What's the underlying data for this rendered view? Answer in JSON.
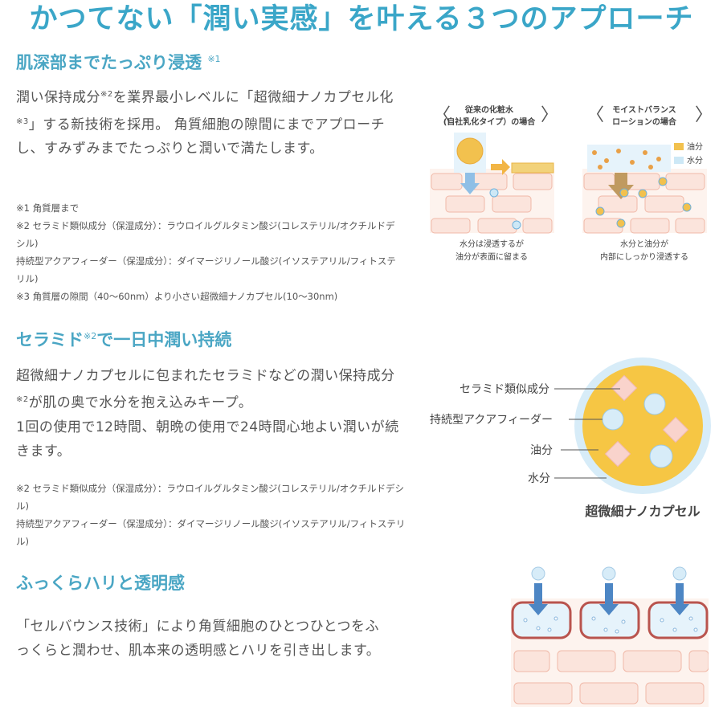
{
  "title": "かつてない「潤い実感」を叶える３つのアプローチ",
  "sections": [
    {
      "heading": "肌深部までたっぷり浸透",
      "heading_sup": "※1",
      "body": [
        {
          "t": "潤い保持成分"
        },
        {
          "s": "※2"
        },
        {
          "t": "を業界最小レベルに「超微細ナノカプセル化"
        },
        {
          "s": "※3"
        },
        {
          "t": "」する新技術を採用。 角質細胞の隙間にまでアプローチし、すみずみまでたっぷりと潤いで満たします。"
        }
      ],
      "notes": [
        "※1 角質層まで",
        "※2 セラミド類似成分（保湿成分）：ラウロイルグルタミン酸ジ(コレステリル/オクチルドデシル)",
        "持続型アクアフィーダー（保湿成分）：ダイマージリノール酸ジ(イソステアリル/フィトステリル)",
        "※3 角質層の隙間（40〜60nm）より小さい超微細ナノカプセル(10〜30nm)"
      ]
    },
    {
      "heading": "セラミド",
      "heading_sup": "※2",
      "heading_rest": "で一日中潤い持続",
      "body1": [
        {
          "t": "超微細ナノカプセルに包まれたセラミドなどの潤い保持成分"
        },
        {
          "s": "※2"
        },
        {
          "t": "が肌の奥で水分を抱え込みキープ。"
        }
      ],
      "body2": "1回の使用で12時間、朝晩の使用で24時間心地よい潤いが続きます。",
      "notes": [
        "※2 セラミド類似成分（保湿成分）：ラウロイルグルタミン酸ジ(コレステリル/オクチルドデシル)",
        "持続型アクアフィーダー（保湿成分）：ダイマージリノール酸ジ(イソステアリル/フィトステリル)"
      ]
    },
    {
      "heading": "ふっくらハリと透明感",
      "body": "「セルバウンス技術」により角質細胞のひとつひとつをふっくらと潤わせ、肌本来の透明感とハリを引き出します。"
    }
  ],
  "diagram1": {
    "left_title_1": "従来の化粧水",
    "left_title_2": "(自社乳化タイプ）の場合",
    "right_title_1": "モイストバランス",
    "right_title_2": "ローションの場合",
    "legend_oil": "油分",
    "legend_water": "水分",
    "left_caption_1": "水分は浸透するが",
    "left_caption_2": "油分が表面に留まる",
    "right_caption_1": "水分と油分が",
    "right_caption_2": "内部にしっかり浸透する"
  },
  "diagram2": {
    "label_ceramide": "セラミド類似成分",
    "label_aqua": "持続型アクアフィーダー",
    "label_oil": "油分",
    "label_water": "水分",
    "caption": "超微細ナノカプセル"
  },
  "colors": {
    "title": "#3aa6c8",
    "heading": "#4aa6c4",
    "oil": "#f2c14e",
    "water": "#cde8f6",
    "cell": "#fbe4dc",
    "cell_border": "#f0b9a8",
    "arrow": "#4d86c4"
  }
}
